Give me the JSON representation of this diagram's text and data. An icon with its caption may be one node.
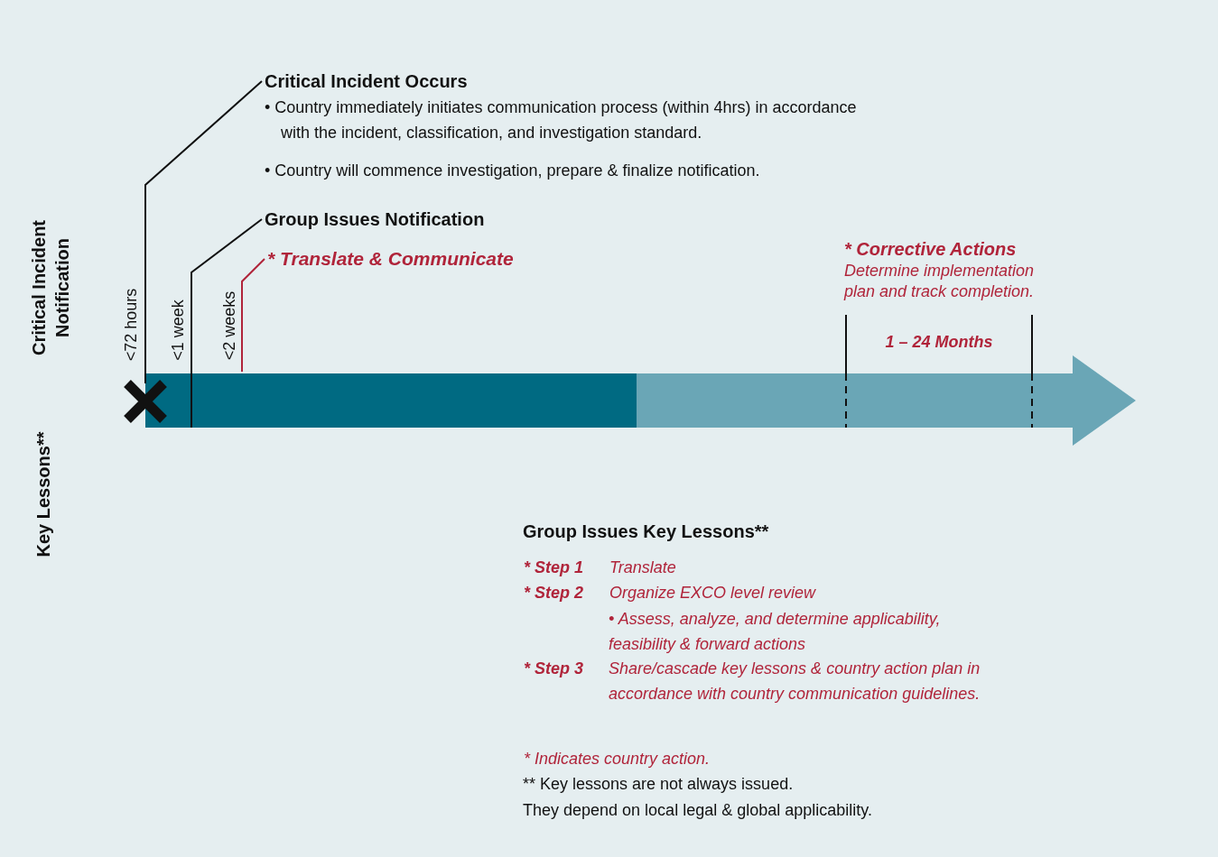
{
  "diagram": {
    "nodes": [
      {
        "text": [
          "Critical Incident Occurs",
          "• Country immediately initiates communication process (within 4hrs) in accordance with the incident, classification, and investigation standard.",
          "• Country will commence investigation, prepare & finalize notification."
        ]
      },
      {
        "text": [
          "Group Issues Notification"
        ]
      },
      {
        "text": [
          "* Translate & Communicate"
        ]
      },
      {
        "text": [],
        "shape": "cross"
      }
    ],
    "edges": [
      {
        "from": 3,
        "to": 0,
        "arrow": "none",
        "label": "<72 hours"
      },
      {
        "from": null,
        "to": 1,
        "arrow": "none",
        "label": "<1 week"
      },
      {
        "from": null,
        "to": 2,
        "arrow": "none",
        "label": "<2 weeks",
        "color": "#b0243a"
      }
    ],
    "labels": [
      "Critical Incident Notification",
      "Key Lessons**",
      "* Corrective Actions",
      "Determine implementation plan and track completion.",
      "1 – 24 Months",
      "Group Issues Key Lessons**",
      "* Step 1",
      "Translate",
      "* Step 2",
      "Organize EXCO level review",
      "• Assess, analyze, and determine applicability, feasibility & forward actions",
      "* Step 3",
      "Share/cascade key lessons & country action plan in accordance with country communication guidelines.",
      "* Indicates country action.",
      "** Key lessons are not always issued.",
      "They depend on local legal & global applicability."
    ]
  }
}
